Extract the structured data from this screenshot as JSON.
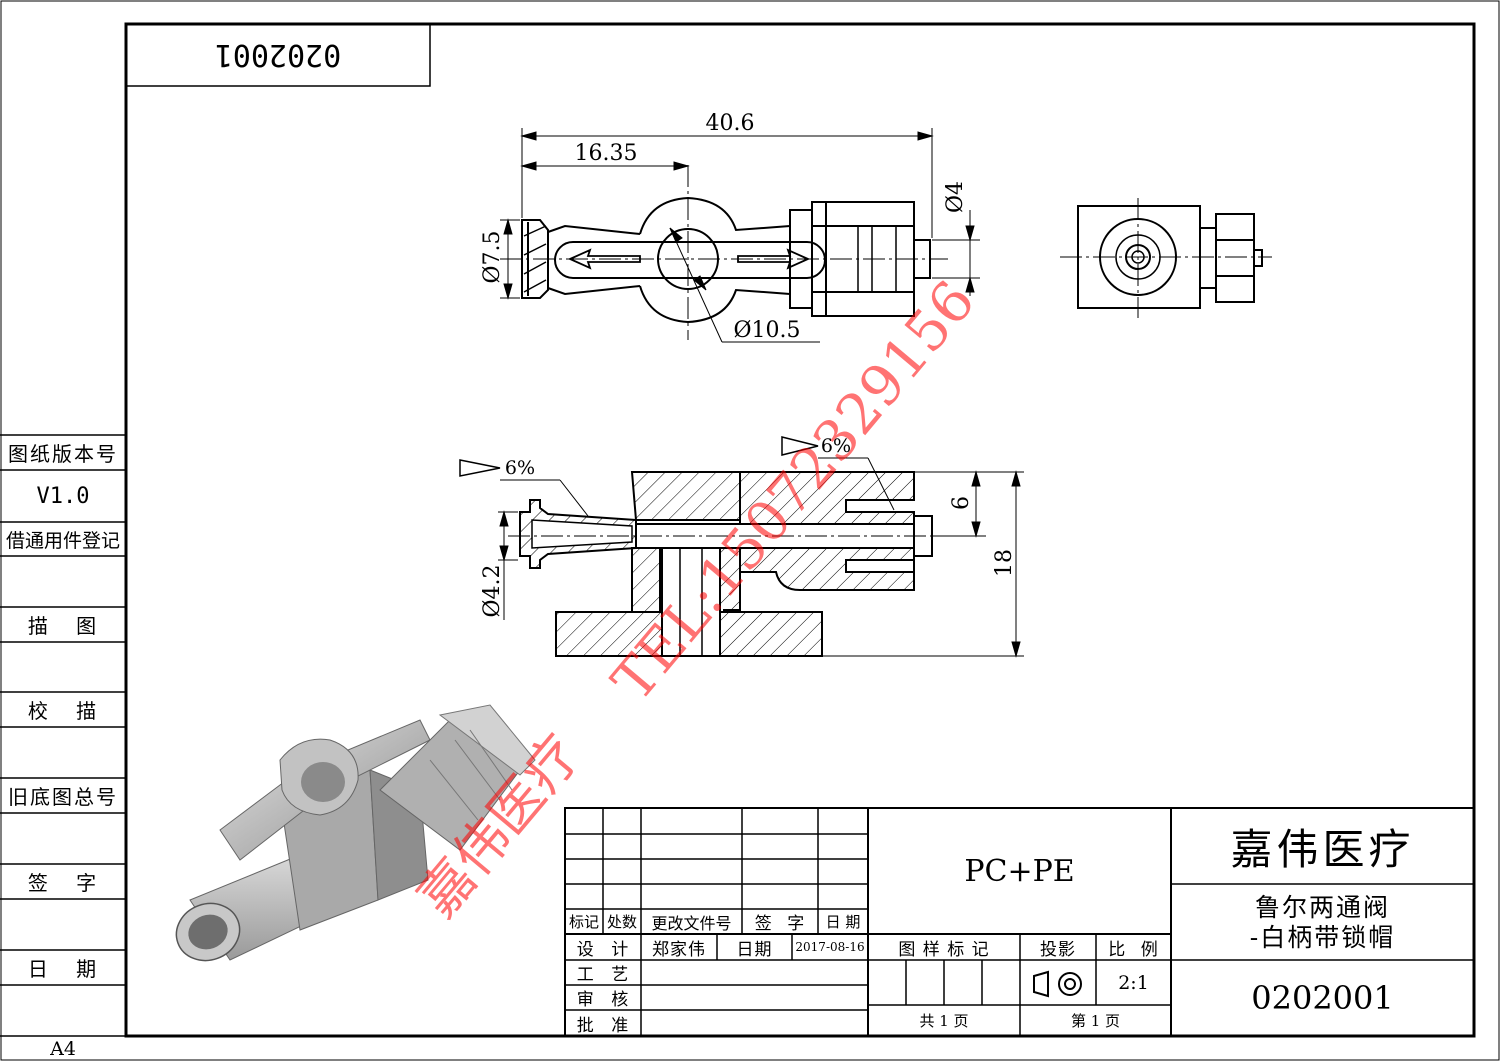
{
  "drawing_number_top": "0202001",
  "side_table": {
    "version_label": "图纸版本号",
    "version_value": "V1.0",
    "borrow_label": "借通用件登记",
    "trace_label": "描 图",
    "check_trace_label": "校 描",
    "old_number_label": "旧底图总号",
    "sign_label": "签 字",
    "date_label": "日 期"
  },
  "paper_size": "A4",
  "dimensions": {
    "overall_length": "40.6",
    "handle_offset": "16.35",
    "dia_left": "Ø7.5",
    "dia_hub": "Ø10.5",
    "dia_tip": "Ø4",
    "taper_left": "6%",
    "taper_right": "6%",
    "dia_bore": "Ø4.2",
    "dim_6": "6",
    "dim_18": "18"
  },
  "watermark": {
    "company": "嘉伟医疗",
    "phone": "TEL:15072329156"
  },
  "title_block": {
    "rev_headers": [
      "标记",
      "处数",
      "更改文件号",
      "签 字",
      "日 期"
    ],
    "design_label": "设 计",
    "designer": "郑家伟",
    "date_label": "日期",
    "design_date": "2017-08-16",
    "process_label": "工 艺",
    "review_label": "审 核",
    "approve_label": "批 准",
    "material": "PC+PE",
    "sample_mark_label": "图 样 标 记",
    "projection_label": "投影",
    "scale_label": "比 例",
    "scale_value": "2:1",
    "total_pages": "共 1 页",
    "page_no": "第 1 页",
    "company": "嘉伟医疗",
    "part_name_line1": "鲁尔两通阀",
    "part_name_line2": "-白柄带锁帽",
    "drawing_number": "0202001"
  },
  "colors": {
    "watermark": "#ff0000",
    "line": "#000000",
    "render_gray": "#b4b4b4"
  }
}
